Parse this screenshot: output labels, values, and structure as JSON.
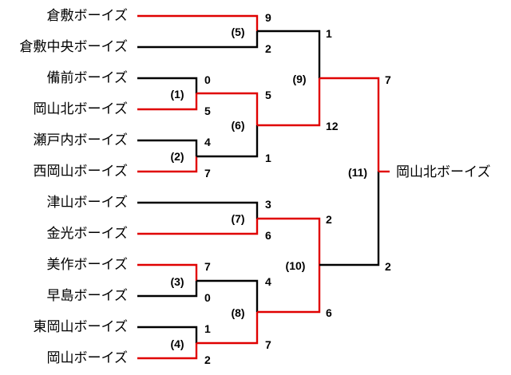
{
  "teams": [
    "倉敷ボーイズ",
    "倉敷中央ボーイズ",
    "備前ボーイズ",
    "岡山北ボーイズ",
    "瀬戸内ボーイズ",
    "西岡山ボーイズ",
    "津山ボーイズ",
    "金光ボーイズ",
    "美作ボーイズ",
    "早島ボーイズ",
    "東岡山ボーイズ",
    "岡山ボーイズ"
  ],
  "match_labels": {
    "m1": "(1)",
    "m2": "(2)",
    "m3": "(3)",
    "m4": "(4)",
    "m5": "(5)",
    "m6": "(6)",
    "m7": "(7)",
    "m8": "(8)",
    "m9": "(9)",
    "m10": "(10)",
    "m11": "(11)"
  },
  "scores": {
    "m1": [
      "0",
      "5"
    ],
    "m2": [
      "4",
      "7"
    ],
    "m3": [
      "7",
      "0"
    ],
    "m4": [
      "1",
      "2"
    ],
    "m5": [
      "9",
      "2"
    ],
    "m6": [
      "5",
      "1"
    ],
    "m7": [
      "3",
      "6"
    ],
    "m8": [
      "4",
      "7"
    ],
    "m9": [
      "1",
      "12"
    ],
    "m10": [
      "2",
      "6"
    ],
    "m11": [
      "7",
      "2"
    ]
  },
  "champion": "岡山北ボーイズ",
  "colors": {
    "winner_path": "#e00000",
    "loser_path": "#000000"
  }
}
